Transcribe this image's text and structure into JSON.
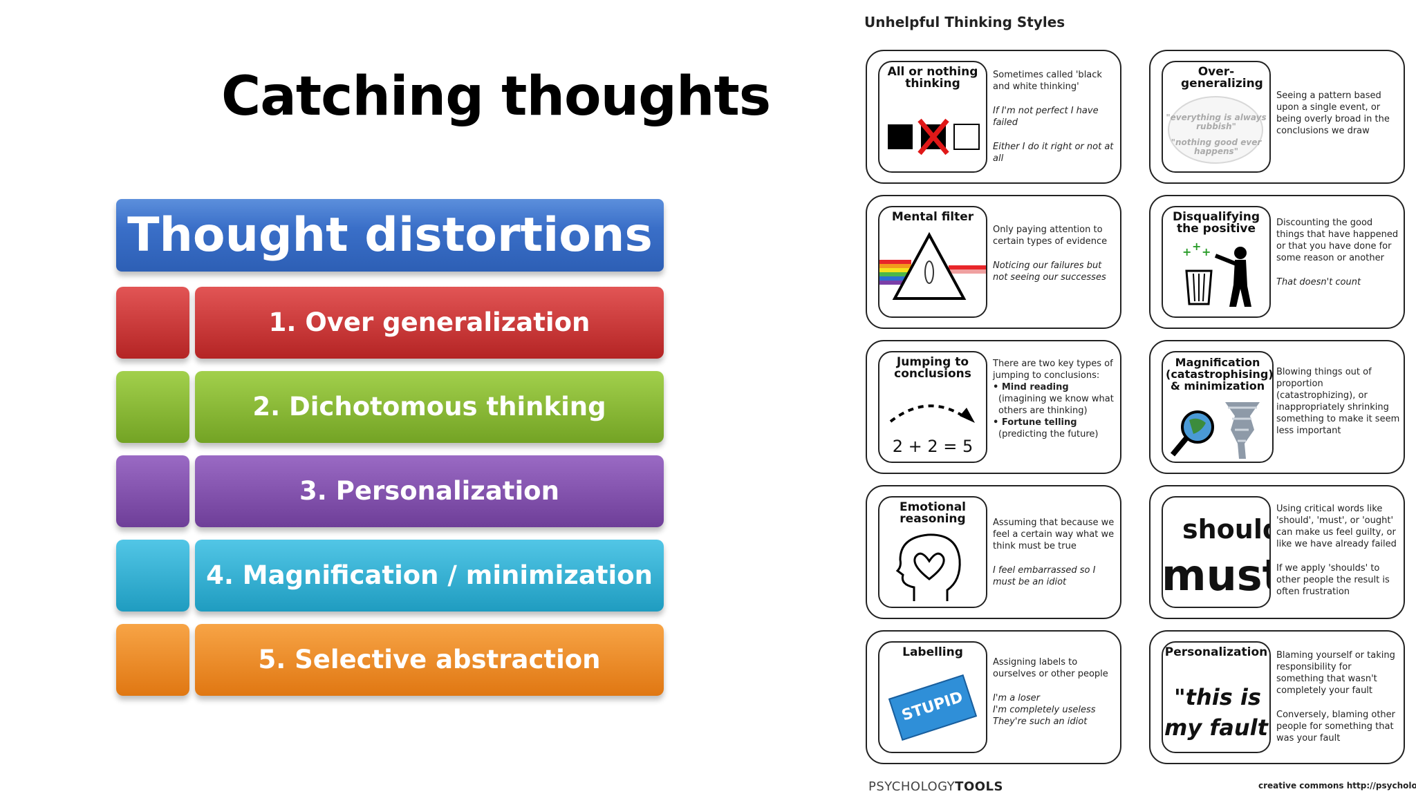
{
  "slide": {
    "title": "Catching thoughts"
  },
  "diagram": {
    "header": "Thought distortions",
    "items": [
      {
        "label": "1. Over generalization",
        "color": "#cf3232"
      },
      {
        "label": "2. Dichotomous thinking",
        "color": "#8cbb34"
      },
      {
        "label": "3. Personalization",
        "color": "#8653b0"
      },
      {
        "label": "4. Magnification / minimization",
        "color": "#34b4d6"
      },
      {
        "label": "5. Selective abstraction",
        "color": "#f08d26"
      }
    ]
  },
  "sheet": {
    "title": "Unhelpful Thinking Styles",
    "cards": [
      {
        "title": "All or nothing thinking",
        "desc": [
          "Sometimes called 'black and white thinking'",
          "If I'm not perfect I have failed",
          "Either I do it right or not at all"
        ]
      },
      {
        "title": "Over-generalizing",
        "image_text": [
          "\"everything is always rubbish\"",
          "\"nothing good ever happens\""
        ],
        "desc": [
          "Seeing a pattern based upon a single event, or being overly broad in the conclusions we draw"
        ]
      },
      {
        "title": "Mental filter",
        "desc": [
          "Only paying attention to certain types of evidence",
          "Noticing our failures but not seeing our successes"
        ]
      },
      {
        "title": "Disqualifying the positive",
        "desc": [
          "Discounting the good things that have happened or that you have done for some reason or another",
          "That doesn't count"
        ]
      },
      {
        "title": "Jumping to conclusions",
        "image_text": [
          "2 + 2 = 5"
        ],
        "desc": [
          "There are two key types of jumping to conclusions:",
          "• Mind reading",
          "(imagining we know what others are thinking)",
          "• Fortune telling",
          "(predicting the future)"
        ]
      },
      {
        "title": "Magnification (catastrophising) & minimization",
        "desc": [
          "Blowing things out of proportion (catastrophizing), or inappropriately shrinking something to make it seem less important"
        ]
      },
      {
        "title": "Emotional reasoning",
        "desc": [
          "Assuming that because we feel a certain way what we think must be true",
          "I feel embarrassed so I must be an idiot"
        ]
      },
      {
        "title": "",
        "image_text": [
          "should",
          "must"
        ],
        "desc": [
          "Using critical words like 'should', 'must', or 'ought' can make us feel guilty, or like we have already failed",
          "If we apply 'shoulds' to other people the result is often frustration"
        ]
      },
      {
        "title": "Labelling",
        "image_text": [
          "STUPID"
        ],
        "desc": [
          "Assigning labels to ourselves or other people",
          "I'm a loser",
          "I'm completely useless",
          "They're such an idiot"
        ]
      },
      {
        "title": "Personalization",
        "image_text": [
          "\"this is",
          "my fault\""
        ],
        "desc": [
          "Blaming yourself or taking responsibility for something that wasn't completely your fault",
          "Conversely, blaming other people for something that was your fault"
        ]
      }
    ],
    "footer_left_a": "PSYCHOLOGY",
    "footer_left_b": "TOOLS",
    "footer_right": "creative commons  http://psychology.tools"
  }
}
